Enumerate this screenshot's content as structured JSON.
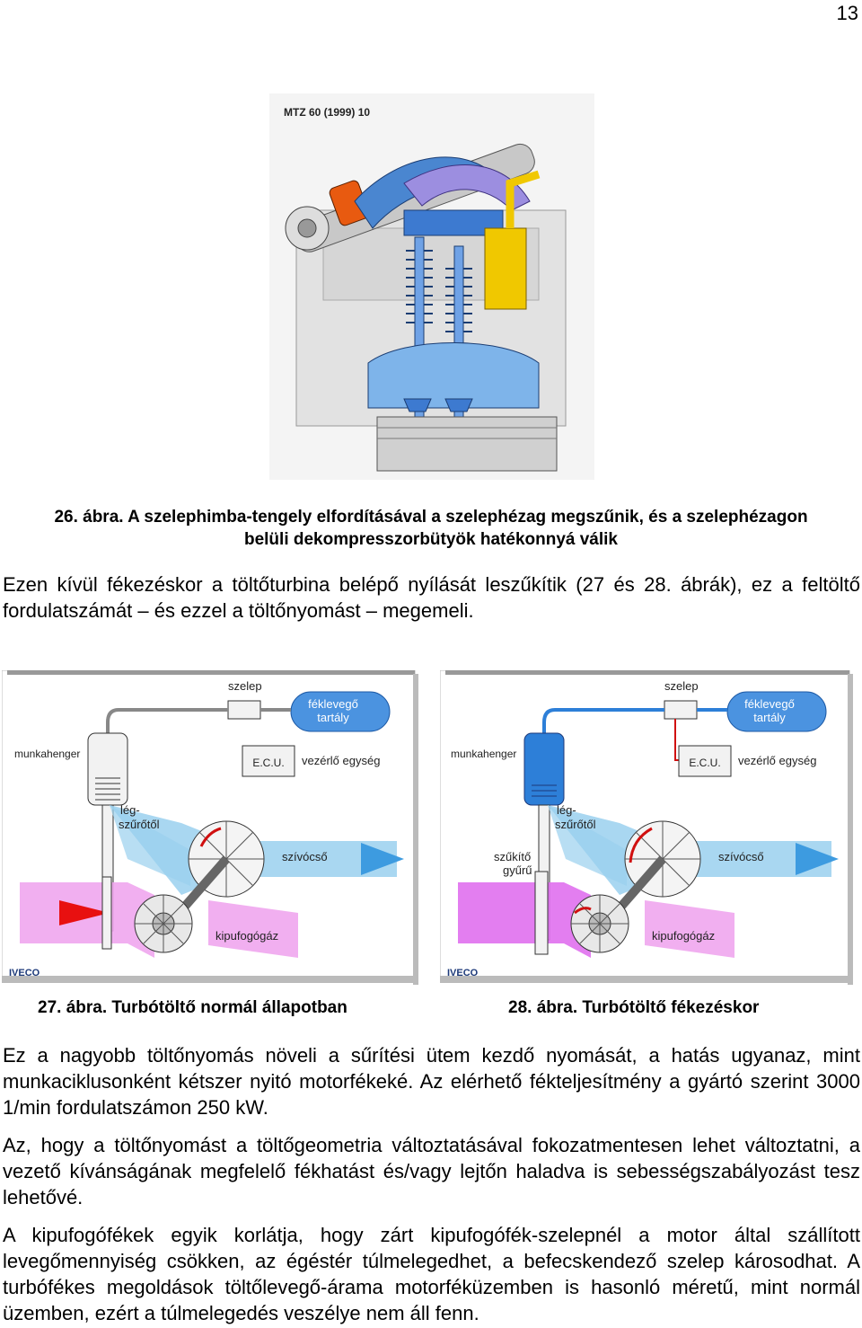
{
  "page_number": "13",
  "fig26": {
    "source_label": "MTZ 60 (1999) 10",
    "caption_line1": "26. ábra. A szelephimba-tengely elfordításával a szelephézag megszűnik, és a szelephézagon",
    "caption_line2": "belüli dekompresszorbütyök hatékonnyá válik"
  },
  "para1": "Ezen kívül fékezéskor a töltőturbina belépő nyílását leszűkítik (27 és 28. ábrák), ez a feltöltő fordulatszámát – és ezzel a töltőnyomást – megemeli.",
  "diagram_labels": {
    "szelep": "szelep",
    "feklevego_line1": "féklevegő",
    "feklevego_line2": "tartály",
    "munkahenger": "munkahenger",
    "ecu": "E.C.U.",
    "vezerlo": "vezérlő egység",
    "leg_line1": "lég-",
    "leg_line2": "szűrőtől",
    "szivocso": "szívócső",
    "kipufogogaz": "kipufogógáz",
    "szukito_line1": "szűkítő",
    "szukito_line2": "gyűrű",
    "logo": "IVECO"
  },
  "cap27": "27. ábra. Turbótöltő normál állapotban",
  "cap28": "28. ábra. Turbótöltő fékezéskor",
  "para2": "Ez a nagyobb töltőnyomás növeli a sűrítési ütem kezdő nyomását, a hatás ugyanaz, mint munkaciklusonként kétszer nyitó motorfékeké. Az elérhető fékteljesítmény a gyártó szerint 3000 1/min fordulatszámon 250 kW.",
  "para3": "Az, hogy a töltőnyomást a töltőgeometria változtatásával fokozatmentesen lehet változtatni, a vezető kívánságának megfelelő fékhatást és/vagy lejtőn haladva is sebességszabályozást tesz lehetővé.",
  "para4": "A kipufogófékek egyik korlátja, hogy zárt kipufogófék-szelepnél a motor által szállított levegőmennyiség csökken, az égéstér túlmelegedhet, a befecskendező szelep károsodhat. A turbófékes megoldások töltőlevegő-árama motorféküzemben is hasonló méretű, mint normál üzemben, ezért a túlmelegedés veszélye nem áll fenn.",
  "colors": {
    "intake_blue": "#9ad0ee",
    "exhaust_pink": "#f0a6ee",
    "brake_blue": "#2d7fd8",
    "valve_purple": "#9c8ee0",
    "yellow_part": "#f0c800",
    "orange_part": "#e85a10"
  }
}
